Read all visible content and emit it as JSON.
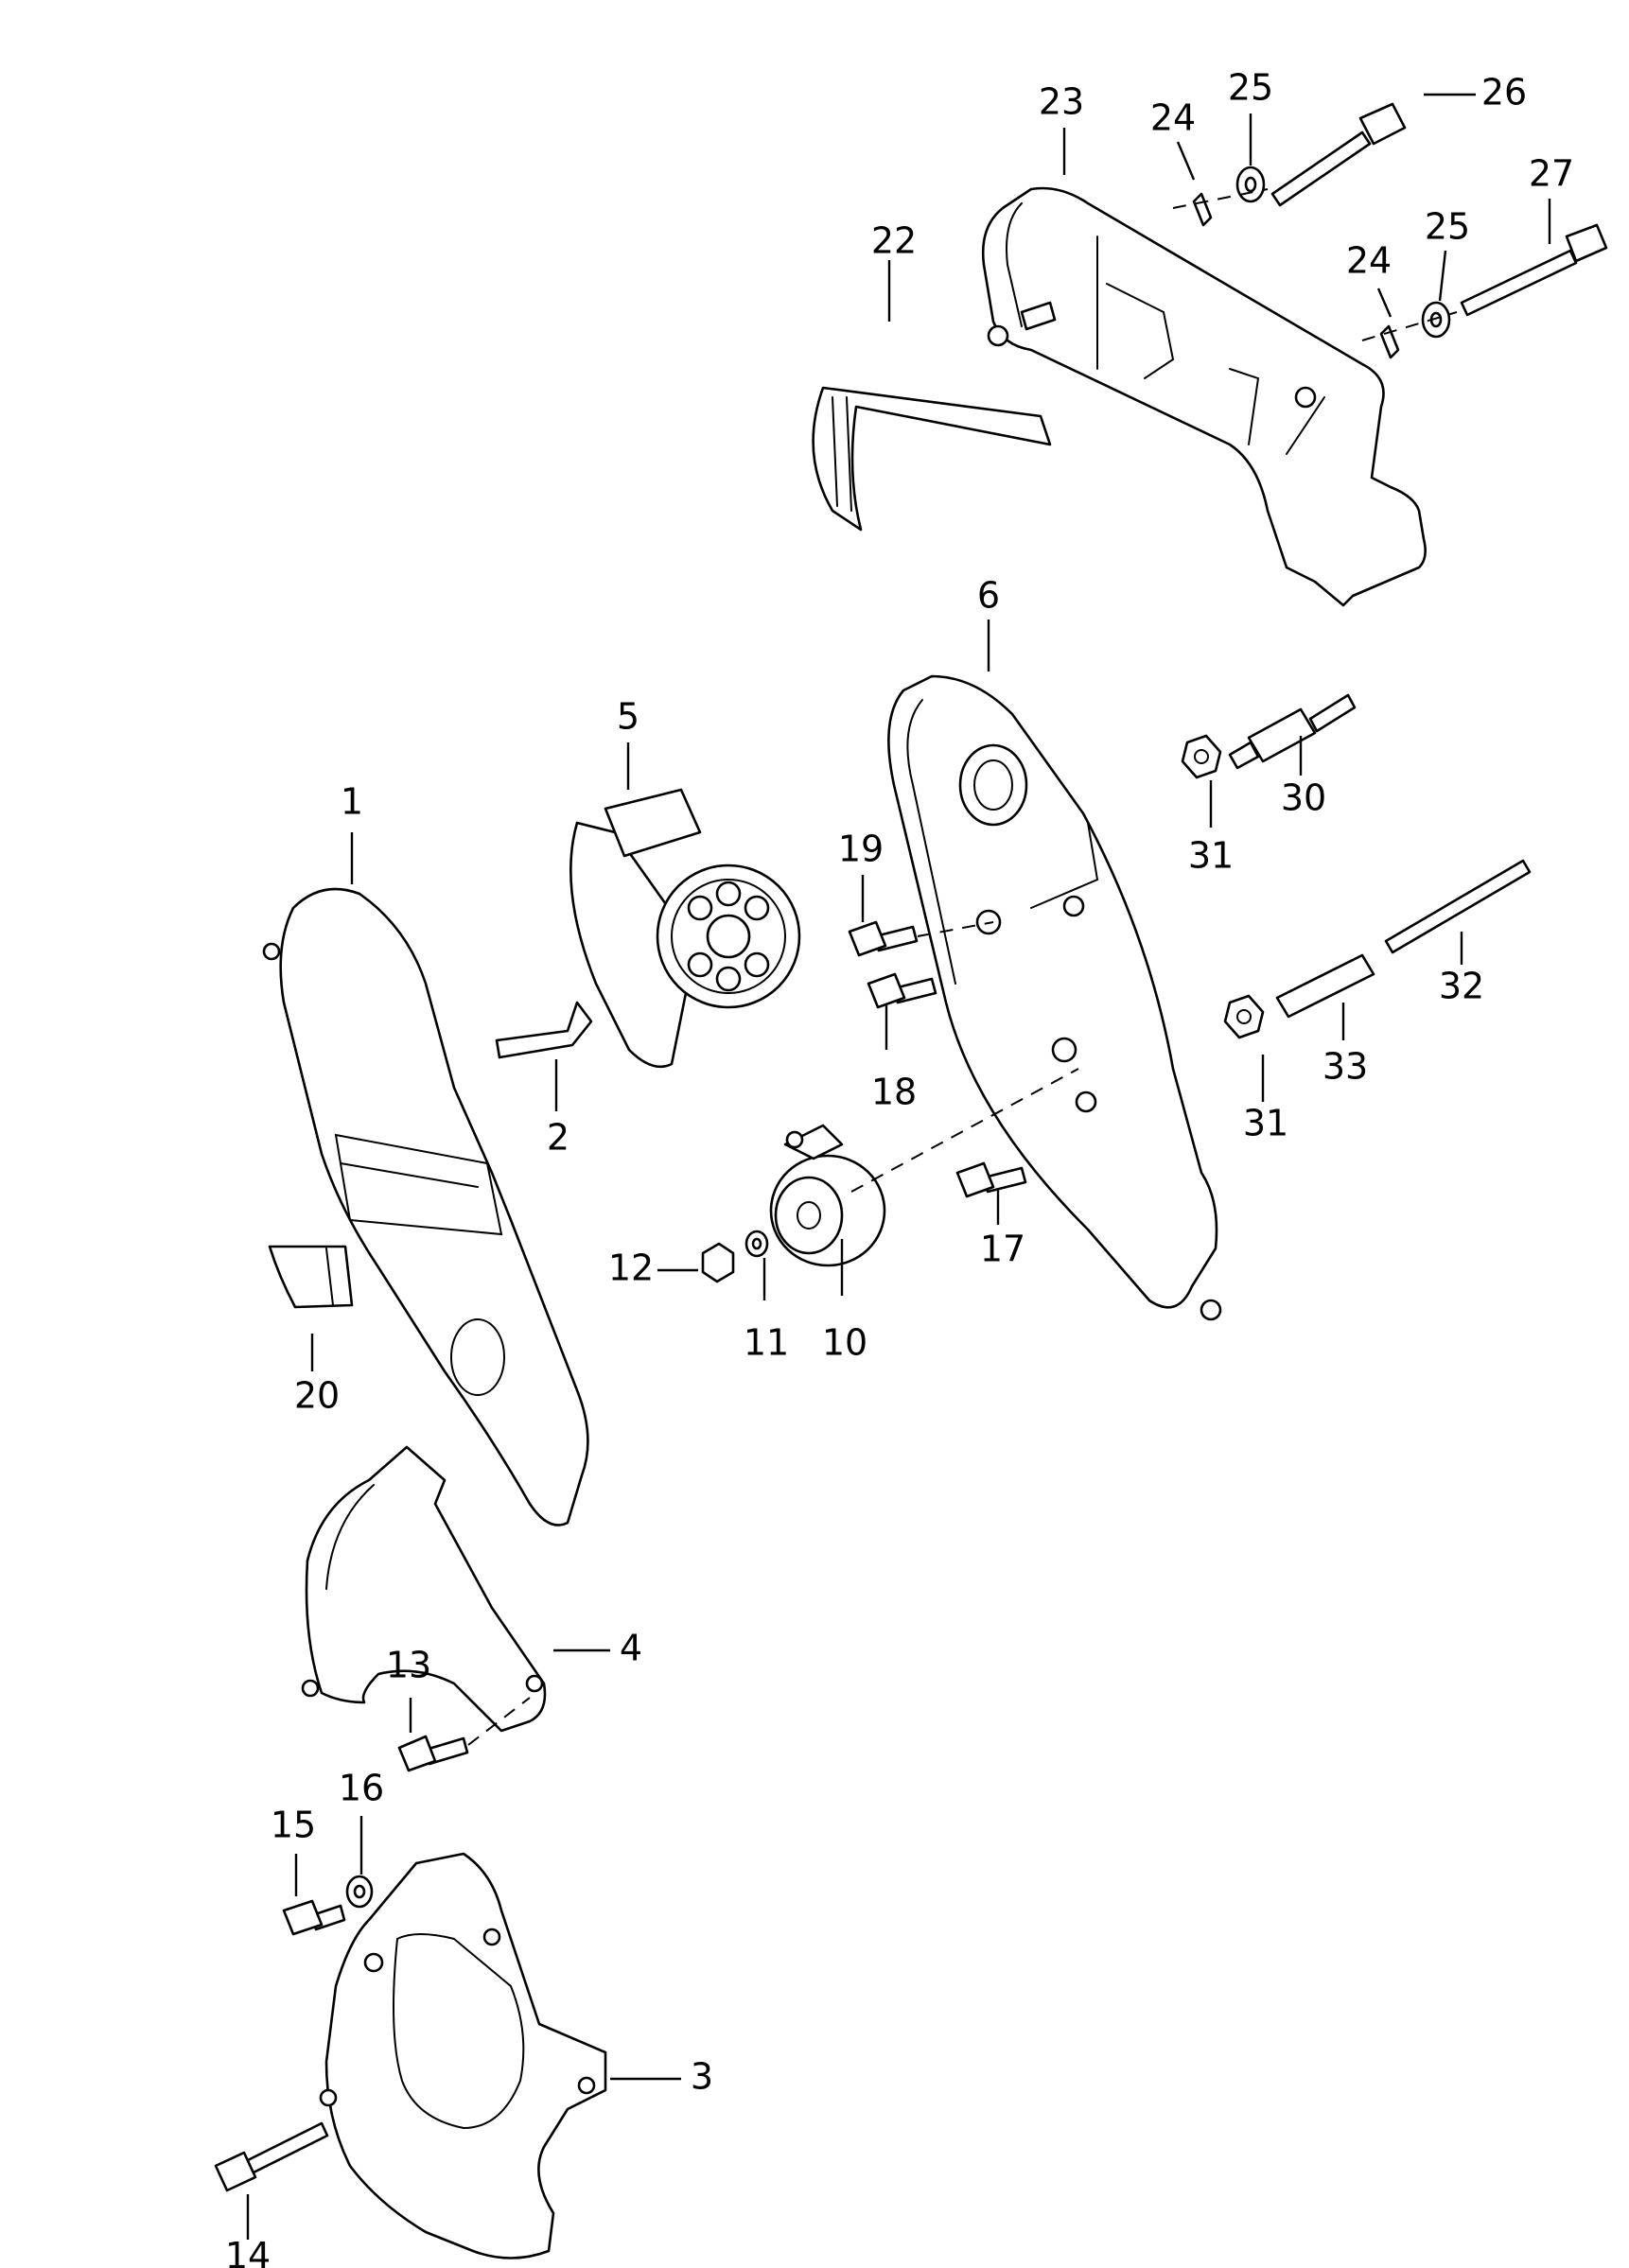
{
  "diagram": {
    "callouts": [
      {
        "id": "1",
        "label": "1"
      },
      {
        "id": "2",
        "label": "2"
      },
      {
        "id": "3",
        "label": "3"
      },
      {
        "id": "4",
        "label": "4"
      },
      {
        "id": "5",
        "label": "5"
      },
      {
        "id": "6",
        "label": "6"
      },
      {
        "id": "10",
        "label": "10"
      },
      {
        "id": "11",
        "label": "11"
      },
      {
        "id": "12",
        "label": "12"
      },
      {
        "id": "13",
        "label": "13"
      },
      {
        "id": "14",
        "label": "14"
      },
      {
        "id": "15",
        "label": "15"
      },
      {
        "id": "16",
        "label": "16"
      },
      {
        "id": "17",
        "label": "17"
      },
      {
        "id": "18",
        "label": "18"
      },
      {
        "id": "19",
        "label": "19"
      },
      {
        "id": "20",
        "label": "20"
      },
      {
        "id": "22",
        "label": "22"
      },
      {
        "id": "23",
        "label": "23"
      },
      {
        "id": "24a",
        "label": "24"
      },
      {
        "id": "24b",
        "label": "24"
      },
      {
        "id": "25a",
        "label": "25"
      },
      {
        "id": "25b",
        "label": "25"
      },
      {
        "id": "26",
        "label": "26"
      },
      {
        "id": "27",
        "label": "27"
      },
      {
        "id": "30",
        "label": "30"
      },
      {
        "id": "31a",
        "label": "31"
      },
      {
        "id": "31b",
        "label": "31"
      },
      {
        "id": "32",
        "label": "32"
      },
      {
        "id": "33",
        "label": "33"
      }
    ]
  }
}
